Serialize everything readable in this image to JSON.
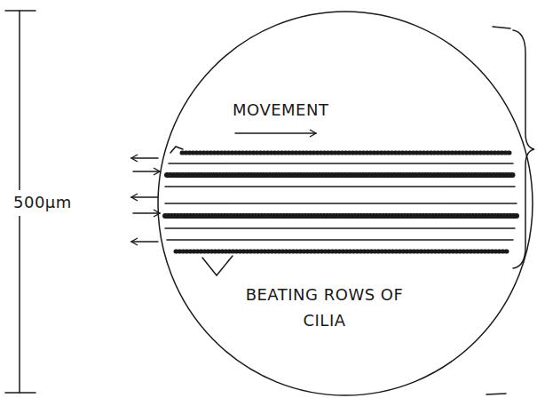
{
  "diagram": {
    "labels": [
      "MOVEMENT",
      "500μm",
      "BEATING ROWS OF CILIA"
    ]
  }
}
